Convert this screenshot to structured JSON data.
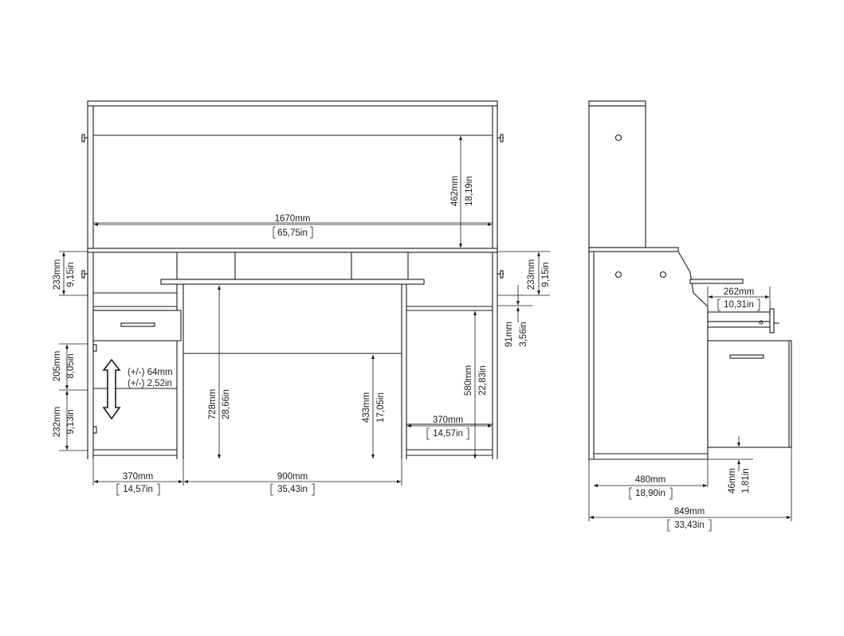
{
  "front": {
    "width_mm": "1670mm",
    "width_in": "65,75in",
    "hutch_mm": "462mm",
    "hutch_in": "18,19in",
    "top_left_mm": "233mm",
    "top_left_in": "9,15in",
    "top_right_mm": "233mm",
    "top_right_in": "9,15in",
    "shelf_gap_mm": "91mm",
    "shelf_gap_in": "3,56in",
    "left_upper_mm": "205mm",
    "left_upper_in": "8,05in",
    "left_lower_mm": "232mm",
    "left_lower_in": "9,13in",
    "adjust_mm": "(+/-) 64mm",
    "adjust_in": "(+/-) 2,52in",
    "desk_height_mm": "728mm",
    "desk_height_in": "28,66in",
    "knee_height_mm": "433mm",
    "knee_height_in": "17,05in",
    "right_height_mm": "580mm",
    "right_height_in": "22,83in",
    "right_width_mm": "370mm",
    "right_width_in": "14,57in",
    "left_width_mm": "370mm",
    "left_width_in": "14,57in",
    "middle_width_mm": "900mm",
    "middle_width_in": "35,43in"
  },
  "side": {
    "tray_mm": "262mm",
    "tray_in": "10,31in",
    "depth_mm": "480mm",
    "depth_in": "18,90in",
    "total_depth_mm": "849mm",
    "total_depth_in": "33,43in",
    "foot_mm": "46mm",
    "foot_in": "1,81in"
  }
}
